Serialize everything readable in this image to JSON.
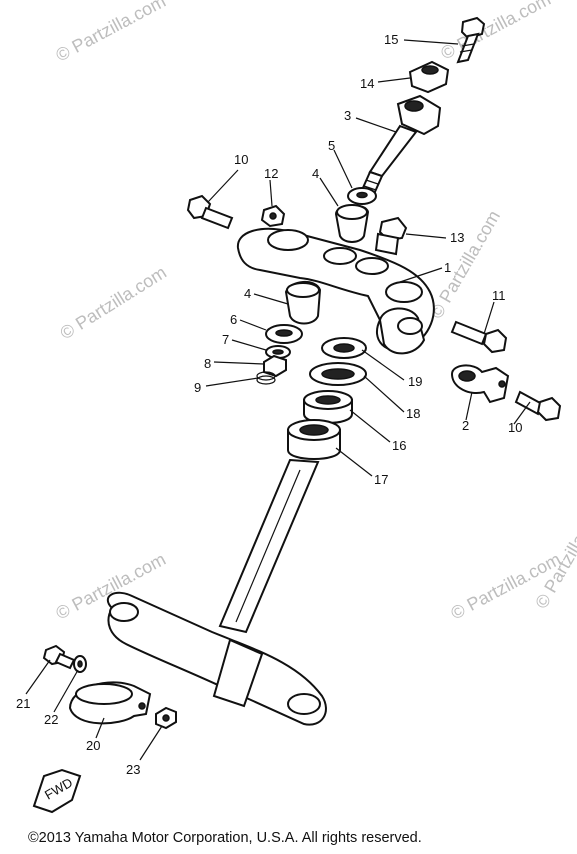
{
  "watermarks": [
    "© Partzilla.com",
    "© Partzilla.com",
    "© Partzilla.com",
    "© Partzilla.com",
    "© Partzilla.com",
    "© Partzilla.com",
    "© Partzilla.com"
  ],
  "callouts": [
    "15",
    "14",
    "3",
    "5",
    "4",
    "10",
    "12",
    "13",
    "1",
    "4",
    "6",
    "7",
    "8",
    "9",
    "11",
    "19",
    "18",
    "2",
    "16",
    "10",
    "17",
    "21",
    "22",
    "20",
    "23"
  ],
  "fwd_label": "FWD",
  "copyright": "©2013  Yamaha Motor Corporation, U.S.A. All rights reserved."
}
